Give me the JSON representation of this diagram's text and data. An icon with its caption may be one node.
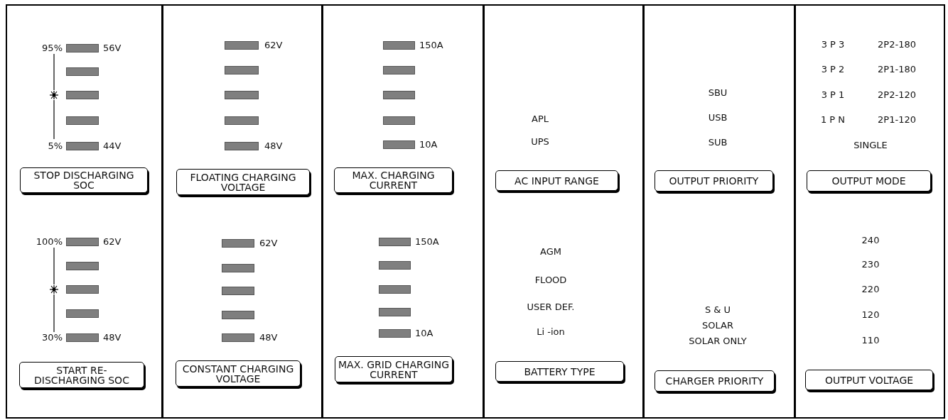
{
  "diagram": {
    "nodes": [
      {
        "text": [
          "STOP DISCHARGING SOC"
        ]
      },
      {
        "text": [
          "FLOATING CHARGING VOLTAGE"
        ]
      },
      {
        "text": [
          "MAX. CHARGING CURRENT"
        ]
      },
      {
        "text": [
          "AC INPUT RANGE"
        ]
      },
      {
        "text": [
          "OUTPUT PRIORITY"
        ]
      },
      {
        "text": [
          "OUTPUT MODE"
        ]
      },
      {
        "text": [
          "START RE-DISCHARGING SOC"
        ]
      },
      {
        "text": [
          "CONSTANT CHARGING VOLTAGE"
        ]
      },
      {
        "text": [
          "MAX. GRID CHARGING CURRENT"
        ]
      },
      {
        "text": [
          "BATTERY TYPE"
        ]
      },
      {
        "text": [
          "CHARGER PRIORITY"
        ]
      },
      {
        "text": [
          "OUTPUT VOLTAGE"
        ]
      }
    ],
    "labels": [
      "95%",
      "56V",
      "5%",
      "44V",
      "62V",
      "48V",
      "150A",
      "10A",
      "APL",
      "UPS",
      "SBU",
      "USB",
      "SUB",
      "3 P 3",
      "2P2-180",
      "3 P 2",
      "2P1-180",
      "3 P 1",
      "2P2-120",
      "1 P N",
      "2P1-120",
      "SINGLE",
      "100%",
      "62V",
      "30%",
      "48V",
      "62V",
      "48V",
      "150A",
      "10A",
      "AGM",
      "FLOOD",
      "USER DEF.",
      "Li -ion",
      "S & U",
      "SOLAR",
      "SOLAR ONLY",
      "240",
      "230",
      "220",
      "120",
      "110"
    ]
  }
}
